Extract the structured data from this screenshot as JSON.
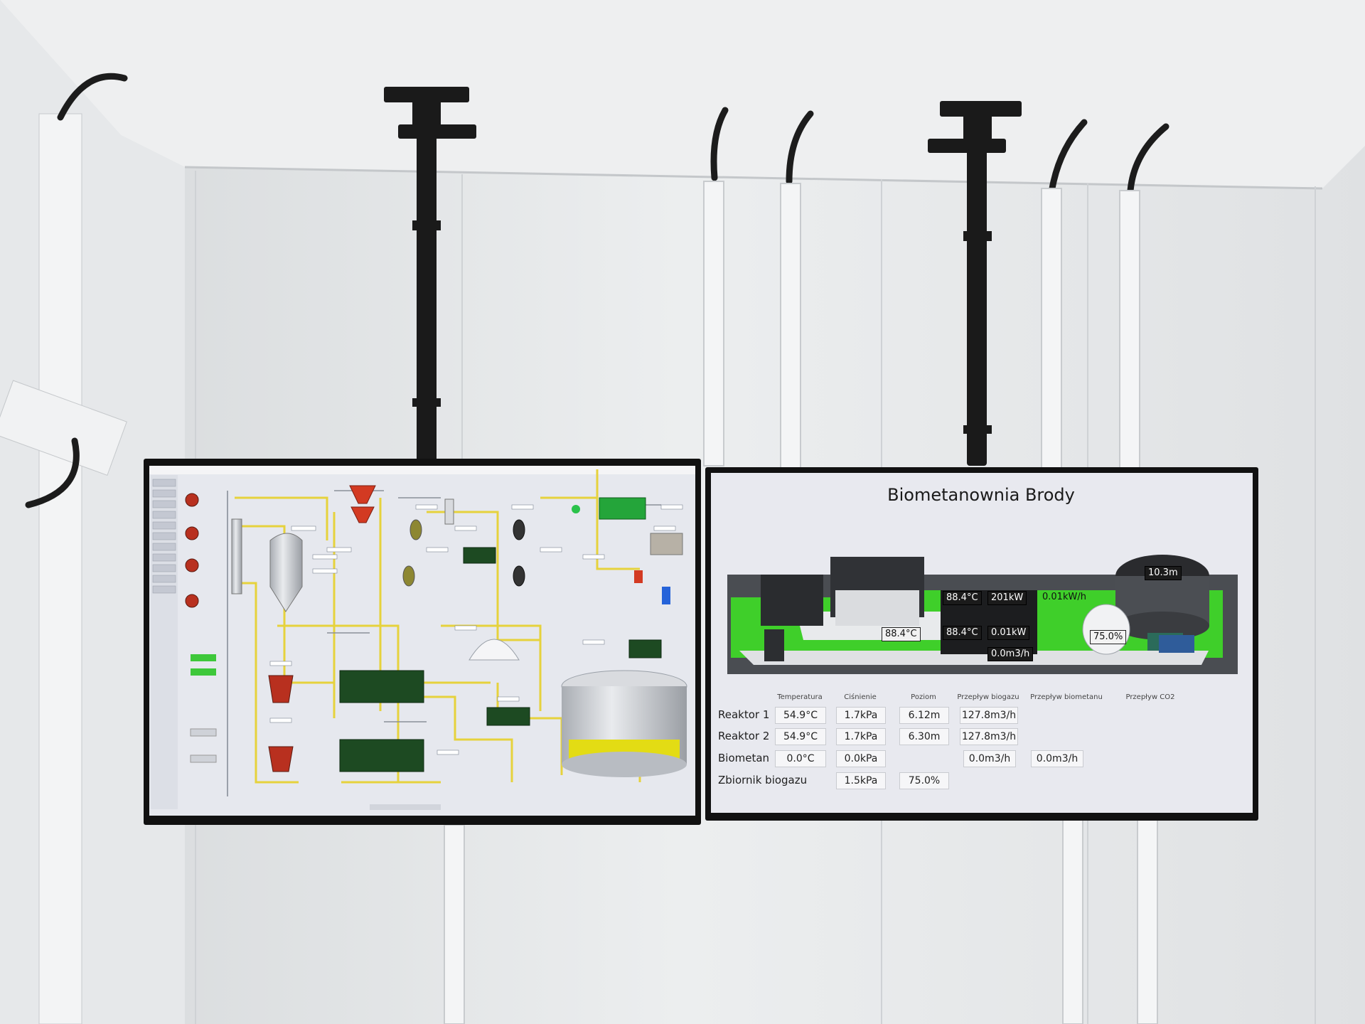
{
  "dashboard": {
    "title": "Biometanownia Brody",
    "columns": [
      "Temperatura",
      "Ciśnienie",
      "Poziom",
      "Przepływ biogazu",
      "Przepływ biometanu",
      "Przepływ CO2"
    ],
    "rows": [
      {
        "label": "Reaktor 1",
        "temperatura": "54.9°C",
        "cisnienie": "1.7kPa",
        "poziom": "6.12m",
        "przeplyw_biogazu": "127.8m3/h"
      },
      {
        "label": "Reaktor 2",
        "temperatura": "54.9°C",
        "cisnienie": "1.7kPa",
        "poziom": "6.30m",
        "przeplyw_biogazu": "127.8m3/h"
      },
      {
        "label": "Biometan",
        "temperatura": "0.0°C",
        "cisnienie": "0.0kPa",
        "przeplyw_biogazu": "0.0m3/h",
        "przeplyw_biometanu": "0.0m3/h"
      },
      {
        "label": "Zbiornik biogazu",
        "cisnienie": "1.5kPa",
        "poziom": "75.0%"
      }
    ],
    "plant_tags": {
      "chp1_temp": "88.4°C",
      "chp1_power": "201kW",
      "chp1_extra": "0.01kW/h",
      "chp2_temp": "88.4°C",
      "chp2_power": "0.01kW",
      "chp2_flow": "0.0m3/h",
      "boiler_temp": "88.4°C",
      "digester_level": "10.3m",
      "gas_holder": "75.0%"
    }
  },
  "colors": {
    "wall": "#e3e5e6",
    "mount": "#1a1a1a",
    "screen_bg": "#e8e9ef",
    "pipe_yellow": "#e6d23c",
    "plant_green": "#3fcf2a",
    "tank_red": "#b8301f"
  }
}
